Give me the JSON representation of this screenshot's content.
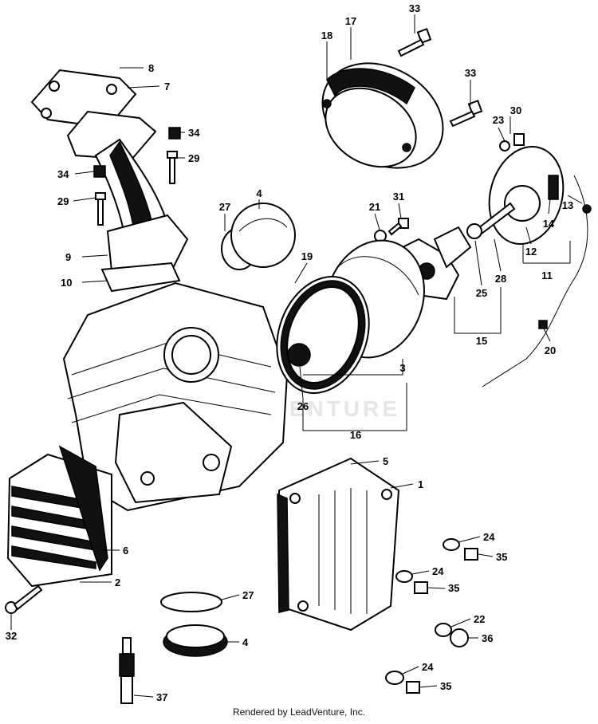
{
  "watermark": "LEADVENTURE",
  "footer": "Rendered by LeadVenture, Inc.",
  "callouts": [
    "33",
    "17",
    "18",
    "33",
    "8",
    "7",
    "30",
    "23",
    "34",
    "29",
    "34",
    "29",
    "4",
    "27",
    "21",
    "31",
    "13",
    "14",
    "12",
    "11",
    "9",
    "19",
    "28",
    "10",
    "25",
    "15",
    "20",
    "3",
    "26",
    "16",
    "5",
    "1",
    "6",
    "24",
    "35",
    "2",
    "24",
    "35",
    "27",
    "22",
    "32",
    "36",
    "4",
    "24",
    "35",
    "37"
  ]
}
